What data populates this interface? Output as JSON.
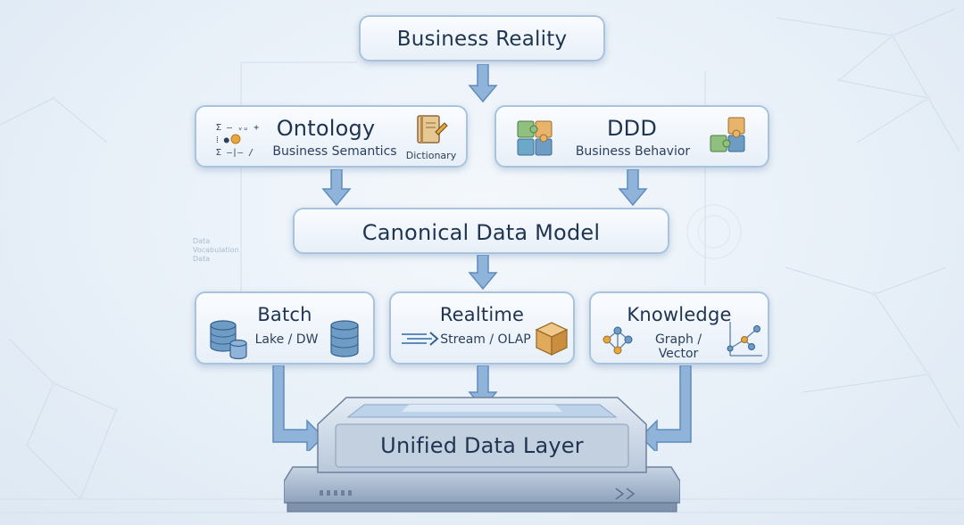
{
  "nodes": {
    "business_reality": {
      "title": "Business Reality"
    },
    "ontology": {
      "title": "Ontology",
      "subtitle": "Business Semantics",
      "icon_label": "Dictionary",
      "formula_top": "Σ — ᵥᵤ +",
      "formula_bottom": "Σ — |— /"
    },
    "ddd": {
      "title": "DDD",
      "subtitle": "Business Behavior"
    },
    "canonical": {
      "title": "Canonical Data Model"
    },
    "batch": {
      "title": "Batch",
      "subtitle": "Lake / DW"
    },
    "realtime": {
      "title": "Realtime",
      "subtitle": "Stream / OLAP"
    },
    "knowledge": {
      "title": "Knowledge",
      "subtitle": "Graph / Vector"
    },
    "unified": {
      "title": "Unified Data Layer"
    }
  },
  "background_text": [
    "Data",
    "Vocabulation",
    "Data"
  ],
  "icons": {
    "formula": "formula-icon",
    "dictionary": "dictionary-book-icon",
    "puzzle": "puzzle-icon",
    "database": "database-icon",
    "stream": "stream-icon",
    "cube": "cube-box-icon",
    "graph": "graph-network-icon"
  },
  "colors": {
    "box_border": "#a9c3de",
    "arrow": "#6f9bcb",
    "text": "#1f3450",
    "platform": "#7f93ac"
  }
}
